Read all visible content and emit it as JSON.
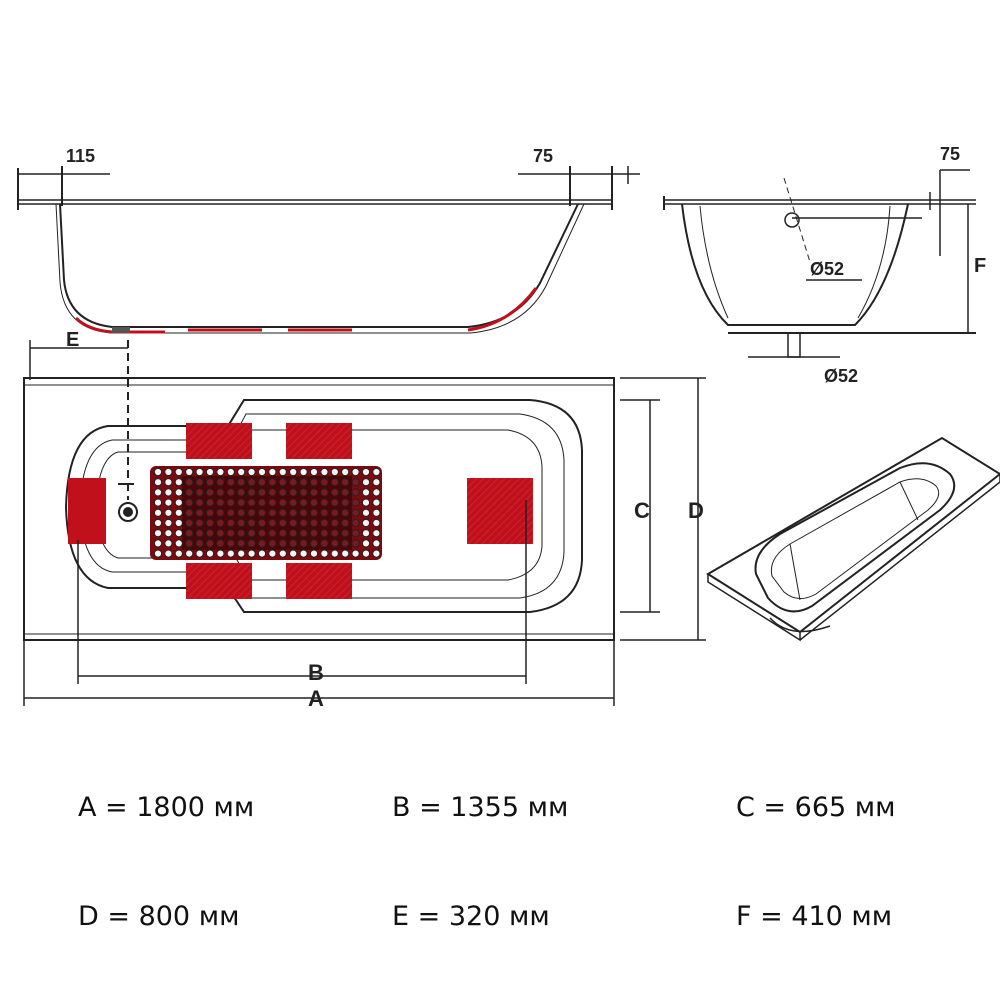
{
  "diagram": {
    "side_view": {
      "dim_left": "115",
      "dim_right": "75",
      "label_e": "E"
    },
    "end_view": {
      "dim_top": "75",
      "dim_overflow": "Ø52",
      "dim_drain": "Ø52",
      "label_f": "F"
    },
    "top_view": {
      "label_a": "A",
      "label_b": "B",
      "label_c": "C",
      "label_d": "D"
    },
    "colors": {
      "line": "#222222",
      "pad": "#c0101c",
      "pad_dark": "#7a0a10"
    }
  },
  "specs": [
    {
      "text": "A = 1800 мм"
    },
    {
      "text": "B = 1355 мм"
    },
    {
      "text": "C = 665 мм"
    },
    {
      "text": "D = 800 мм"
    },
    {
      "text": "E = 320 мм"
    },
    {
      "text": "F = 410 мм"
    }
  ]
}
